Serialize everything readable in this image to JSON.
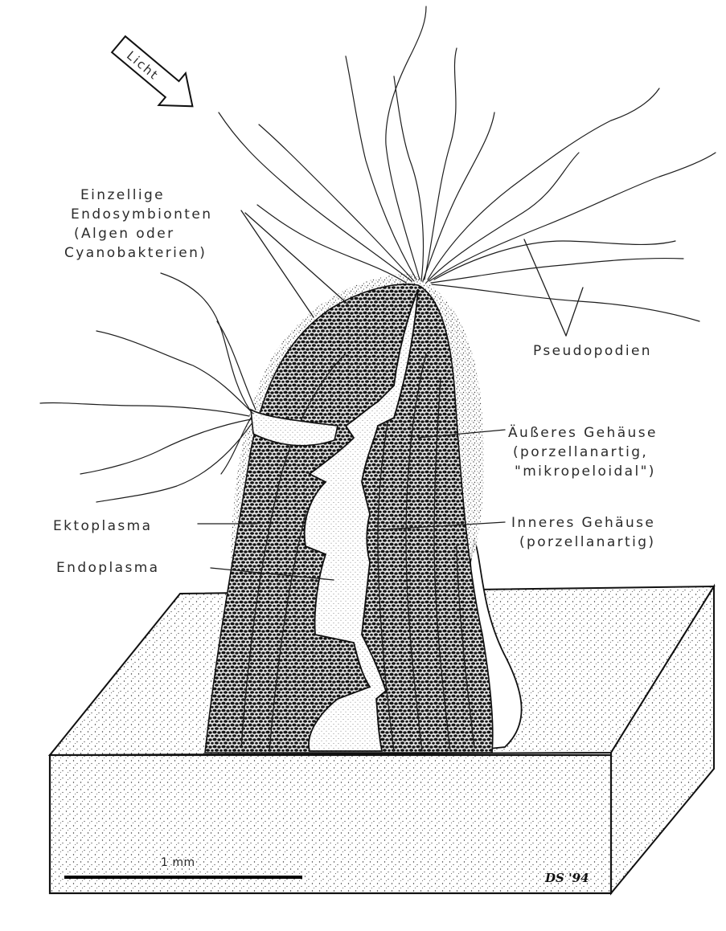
{
  "figure": {
    "light_label": "Licht",
    "labels": {
      "endosymbionts": [
        "Einzellige",
        "Endosymbionten",
        "(Algen oder",
        "Cyanobakterien)"
      ],
      "pseudopodia": "Pseudopodien",
      "outer_shell": [
        "Äußeres Gehäuse",
        "(porzellanartig,",
        "\"mikropeloidal\")"
      ],
      "ectoplasm": "Ektoplasma",
      "inner_shell": [
        "Inneres Gehäuse",
        "(porzellanartig)"
      ],
      "endoplasm": "Endoplasma"
    },
    "scale_bar_label": "1 mm",
    "signature": "DS '94"
  }
}
